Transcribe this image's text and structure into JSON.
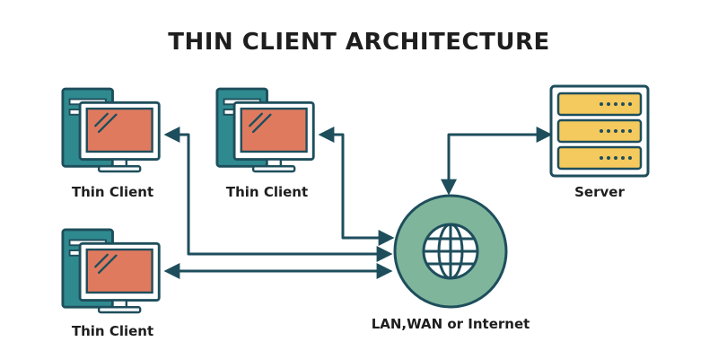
{
  "diagram": {
    "title": "THIN CLIENT ARCHITECTURE",
    "nodes": {
      "client_a": {
        "label": "Thin Client",
        "icon": "thin-client-icon"
      },
      "client_b": {
        "label": "Thin Client",
        "icon": "thin-client-icon"
      },
      "client_c": {
        "label": "Thin Client",
        "icon": "thin-client-icon"
      },
      "server": {
        "label": "Server",
        "icon": "server-rack-icon"
      },
      "network": {
        "label": "LAN,WAN or Internet",
        "icon": "globe-icon"
      }
    },
    "edges": [
      {
        "from": "client_a",
        "to": "network",
        "direction": "bidirectional"
      },
      {
        "from": "client_b",
        "to": "network",
        "direction": "bidirectional"
      },
      {
        "from": "client_c",
        "to": "network",
        "direction": "bidirectional"
      },
      {
        "from": "network",
        "to": "server",
        "direction": "bidirectional"
      }
    ],
    "colors": {
      "outline": "#1e4e5c",
      "screen": "#e07a5f",
      "tower": "#2f8a8f",
      "globe": "#7fb59b",
      "server_slot": "#f4c95d",
      "arrow": "#1e4e5c"
    }
  }
}
